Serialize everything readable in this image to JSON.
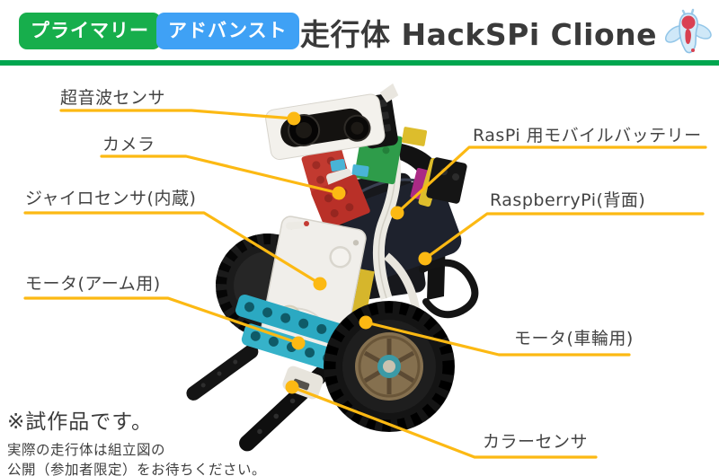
{
  "header": {
    "badges": [
      {
        "label": "プライマリー",
        "color": "#17ae4c"
      },
      {
        "label": "アドバンスト",
        "color": "#3fa1f5"
      }
    ],
    "title": "走行体 HackSPi Clione",
    "logo_icon": "clione-icon",
    "divider_color": "#00a64f"
  },
  "diagram": {
    "leader_color": "#fcb913",
    "labels": [
      {
        "id": "ultrasonic-sensor",
        "text": "超音波センサ"
      },
      {
        "id": "camera",
        "text": "カメラ"
      },
      {
        "id": "gyro-sensor",
        "text": "ジャイロセンサ(内蔵)"
      },
      {
        "id": "motor-arm",
        "text": "モータ(アーム用)"
      },
      {
        "id": "raspi-battery",
        "text": "RasPi 用モバイルバッテリー"
      },
      {
        "id": "raspberry-pi",
        "text": "RaspberryPi(背面)"
      },
      {
        "id": "motor-wheel",
        "text": "モータ(車輪用)"
      },
      {
        "id": "color-sensor",
        "text": "カラーセンサ"
      }
    ],
    "robot_image_alt": "走行体 HackSPi Clione の写真"
  },
  "footnote": {
    "title": "※試作品です。",
    "lines": [
      "実際の走行体は組立図の",
      "公開（参加者限定）をお待ちください。"
    ]
  }
}
